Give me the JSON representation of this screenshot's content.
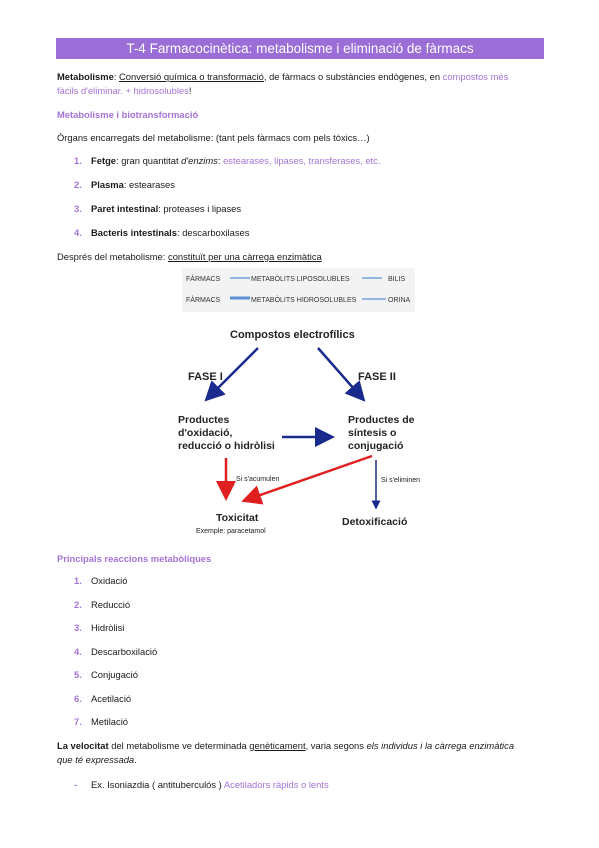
{
  "title": "T-4 Farmacocinètica: metabolisme i eliminació de fàrmacs",
  "intro": {
    "term": "Metabolisme",
    "colon": ": ",
    "def_underlined": "Conversió química o transformació",
    "def_rest": ", de fàrmacs o substàncies endògenes, en ",
    "def_purple_1": "compostos més",
    "def_purple_2": "fàcils d'eliminar. + hidrosolubles",
    "end": "!"
  },
  "section1": {
    "heading": "Metabolisme i biotransformació",
    "organs_intro": "Òrgans encarregats del metabolisme: (tant pels fàrmacs com pels tòxics…)",
    "organs": [
      {
        "num": "1.",
        "name": "Fetge",
        "sep": ": gran quantitat ",
        "italic": "d'enzims",
        "sep2": ": ",
        "purple": "estearases, lipases, transferases, etc."
      },
      {
        "num": "2.",
        "name": "Plasma",
        "sep": ": estearases"
      },
      {
        "num": "3.",
        "name": "Paret intestinal",
        "sep": ": proteases i lipases"
      },
      {
        "num": "4.",
        "name": "Bacteris intestinals",
        "sep": ": descarboxilases"
      }
    ],
    "after_label": "Després del metabolisme: ",
    "after_underlined": "constituït per una càrrega enzimàtica"
  },
  "diagram": {
    "legend_row1": [
      "FÀRMACS",
      "METABÒLITS LIPOSOLUBLES",
      "BILIS"
    ],
    "legend_row2": [
      "FÀRMACS",
      "METABÒLITS HIDROSOLUBLES",
      "ORINA"
    ],
    "top": "Compostos electrofílics",
    "phase1": "FASE I",
    "phase2": "FASE II",
    "left_box": [
      "Productes",
      "d'oxidació,",
      "reducció o hidròlisi"
    ],
    "right_box": [
      "Productes de",
      "síntesis o",
      "conjugació"
    ],
    "accumulate": "Si s'acumulen",
    "eliminate": "Si s'eliminen",
    "toxicity": "Toxicitat",
    "example": "Exemple: paracetamol",
    "detox": "Detoxificació"
  },
  "section2": {
    "heading": "Principals reaccions metabòliques",
    "reactions": [
      {
        "num": "1.",
        "label": "Oxidació"
      },
      {
        "num": "2.",
        "label": "Reducció"
      },
      {
        "num": "3.",
        "label": "Hidròlisi"
      },
      {
        "num": "4.",
        "label": "Descarboxilació"
      },
      {
        "num": "5.",
        "label": "Conjugació"
      },
      {
        "num": "6.",
        "label": "Acetilació"
      },
      {
        "num": "7.",
        "label": "Metilació"
      }
    ]
  },
  "velocity": {
    "bold": "La velocitat",
    "t1": " del metabolisme ve determinada ",
    "underlined": "genèticament",
    "t2": ", varia segons ",
    "italic1": "els individus i la càrrega enzimàtica",
    "italic2": "que té expressada",
    "end": "."
  },
  "example_item": {
    "bullet": "-",
    "text": "Ex. Isoniazdia ( antituberculós ) ",
    "purple": "Acetiladors ràpids o lents"
  },
  "colors": {
    "accent": "#9b6dd6",
    "arrow_blue": "#1a2a8c",
    "arrow_red": "#e02020"
  }
}
